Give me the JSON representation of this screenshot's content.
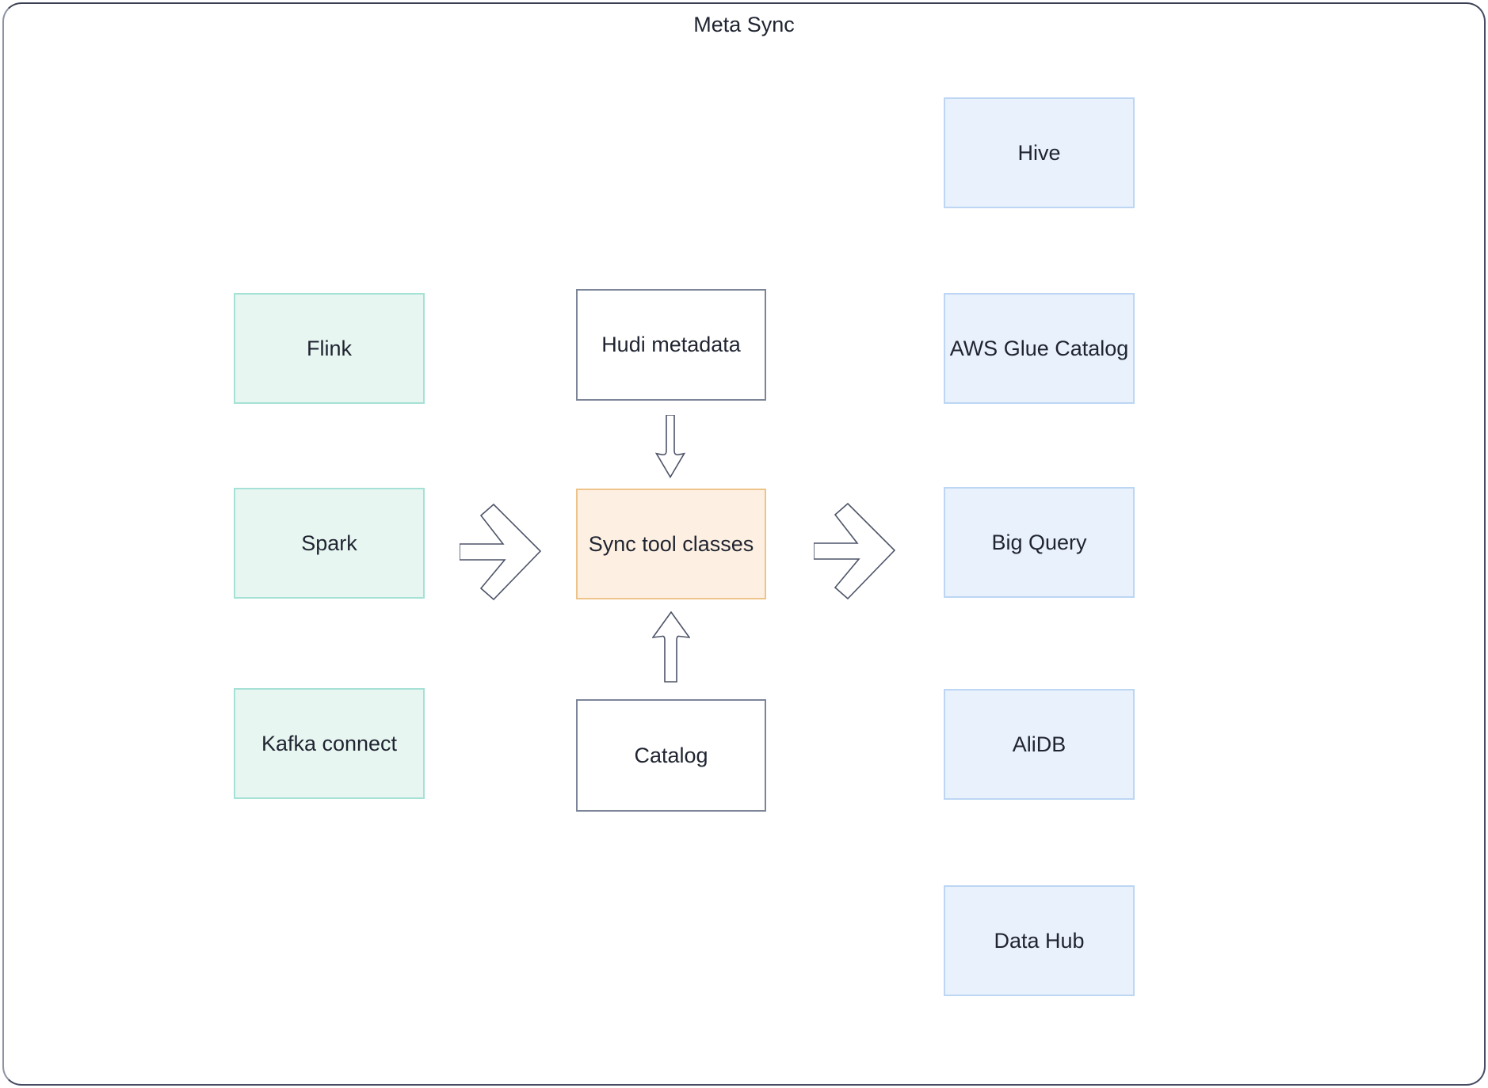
{
  "diagram": {
    "title": "Meta Sync",
    "nodes": {
      "flink": {
        "label": "Flink",
        "type": "source"
      },
      "spark": {
        "label": "Spark",
        "type": "source"
      },
      "kafka_connect": {
        "label": "Kafka connect",
        "type": "source"
      },
      "hudi_metadata": {
        "label": "Hudi metadata",
        "type": "metadata"
      },
      "sync_tool_classes": {
        "label": "Sync tool classes",
        "type": "hub"
      },
      "catalog": {
        "label": "Catalog",
        "type": "metadata"
      },
      "hive": {
        "label": "Hive",
        "type": "target"
      },
      "aws_glue_catalog": {
        "label": "AWS Glue Catalog",
        "type": "target"
      },
      "big_query": {
        "label": "Big Query",
        "type": "target"
      },
      "alidb": {
        "label": "AliDB",
        "type": "target"
      },
      "data_hub": {
        "label": "Data Hub",
        "type": "target"
      }
    },
    "connections": [
      {
        "from": "Spark",
        "to": "Sync tool classes",
        "style": "chevron-right"
      },
      {
        "from": "Sync tool classes",
        "to": "Big Query",
        "style": "chevron-right"
      },
      {
        "from": "Hudi metadata",
        "to": "Sync tool classes",
        "style": "block-arrow-down"
      },
      {
        "from": "Catalog",
        "to": "Sync tool classes",
        "style": "block-arrow-up"
      }
    ],
    "colors": {
      "source_fill": "#e8f6f2",
      "source_border": "#a6e1d5",
      "metadata_fill": "#ffffff",
      "metadata_border": "#7d8599",
      "hub_fill": "#fdf0e3",
      "hub_border": "#eec28b",
      "target_fill": "#e9f1fc",
      "target_border": "#bcd6f3",
      "arrow_stroke": "#4d5468",
      "frame_border": "#454c63",
      "text": "#1f2430"
    }
  }
}
